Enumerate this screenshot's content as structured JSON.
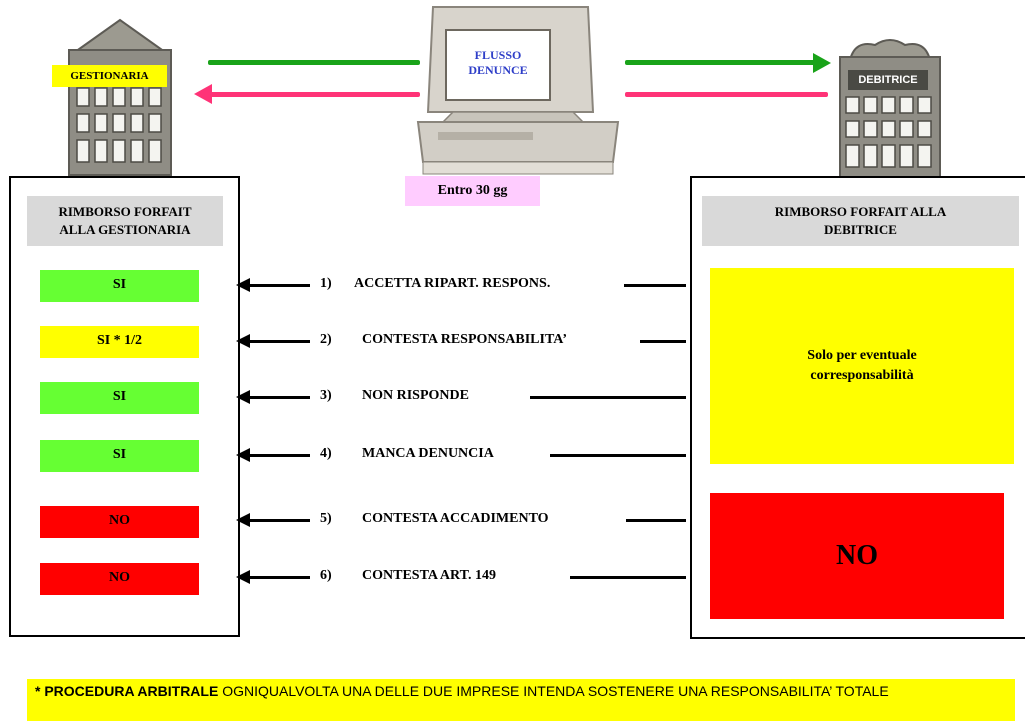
{
  "top": {
    "left_label": "GESTIONARIA",
    "right_label": "DEBITRICE",
    "computer_label_line1": "FLUSSO",
    "computer_label_line2": "DENUNCE",
    "deadline": "Entro 30 gg"
  },
  "left_panel": {
    "header_line1": "RIMBORSO FORFAIT",
    "header_line2": "ALLA GESTIONARIA",
    "badges": [
      "SI",
      "SI * 1/2",
      "SI",
      "SI",
      "NO",
      "NO"
    ]
  },
  "right_panel": {
    "header_line1": "RIMBORSO FORFAIT ALLA",
    "header_line2": "DEBITRICE",
    "yellow_line1": "Solo per eventuale",
    "yellow_line2": "corresponsabilità",
    "red_text": "NO"
  },
  "rows": [
    {
      "num": "1)",
      "text": "ACCETTA RIPART. RESPONS."
    },
    {
      "num": "2)",
      "text": "CONTESTA RESPONSABILITA’"
    },
    {
      "num": "3)",
      "text": "NON RISPONDE"
    },
    {
      "num": "4)",
      "text": "MANCA DENUNCIA"
    },
    {
      "num": "5)",
      "text": "CONTESTA ACCADIMENTO"
    },
    {
      "num": "6)",
      "text": "CONTESTA ART. 149"
    }
  ],
  "note": {
    "bold": "* PROCEDURA ARBITRALE",
    "text": " OGNIQUALVOLTA UNA DELLE DUE IMPRESE INTENDA SOSTENERE UNA RESPONSABILITA’ TOTALE"
  },
  "colors": {
    "green_arrow": "#19a319",
    "pink_arrow": "#ff3377",
    "green_badge": "#66ff33",
    "yellow_badge": "#ffff00",
    "red_badge": "#ff0000"
  }
}
